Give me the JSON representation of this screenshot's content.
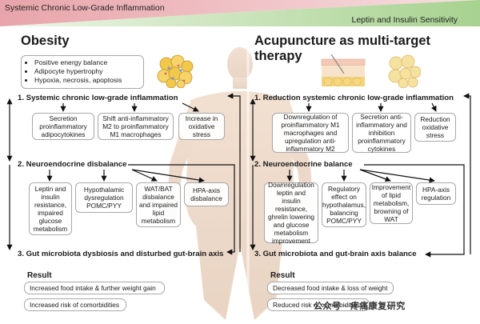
{
  "banner": {
    "left_label": "Systemic Chronic Low-Grade Inflammation",
    "right_label": "Leptin and Insulin Sensitivity"
  },
  "left": {
    "title": "Obesity",
    "list": [
      "Positive energy balance",
      "Adipocyte hypertrophy",
      "Hypoxia, necrosis, apoptosis"
    ],
    "step1": "1. Systemic chronic low-grade inflammation",
    "step1_boxes": [
      "Secretion proinflammatory adipocytokines",
      "Shift anti-inflammatory M2 to proinflammatory M1 macrophages",
      "Increase in oxidative stress"
    ],
    "step2": "2. Neuroendocrine disbalance",
    "step2_boxes": [
      "Leptin and insulin resistance, impaired glucose metabolism",
      "Hypothalamic dysregulation POMC/PYY",
      "WAT/BAT disbalance and impaired lipid metabolism",
      "HPA-axis disbalance"
    ],
    "step3": "3. Gut microbiota dysbiosis and disturbed gut-brain axis",
    "result_title": "Result",
    "results": [
      "Increased food intake & further weight gain",
      "Increased risk of comorbidities"
    ]
  },
  "right": {
    "title": "Acupuncture as multi-target therapy",
    "step1": "1. Reduction systemic chronic low-grade inflammation",
    "step1_boxes": [
      "Downregulation of proinflammatory M1 macrophages and upregulation anti-inflammatory M2",
      "Secretion anti-inflammatory and inhibition proinflammatory cytokines",
      "Reduction oxidative stress"
    ],
    "step2": "2. Neuroendocrine balance",
    "step2_boxes": [
      "Downregulation leptin and insulin resistance, ghrelin lowering and glucose metabolism improvement",
      "Regulatory effect on hypothalamus, balancing POMC/PYY",
      "Improvement of lipid metabolism, browning of WAT",
      "HPA-axis regulation"
    ],
    "step3": "3. Gut microbiota and gut-brain axis balance",
    "result_title": "Result",
    "results": [
      "Decreased food intake & loss of weight",
      "Reduced risk of comorbidities"
    ]
  },
  "watermark": "公众号 · 疼痛康复研究",
  "colors": {
    "inflammation": "#e8a4aa",
    "sensitivity": "#a7d28f",
    "fat": "#f2c84b",
    "body": "#e3bfa2"
  }
}
